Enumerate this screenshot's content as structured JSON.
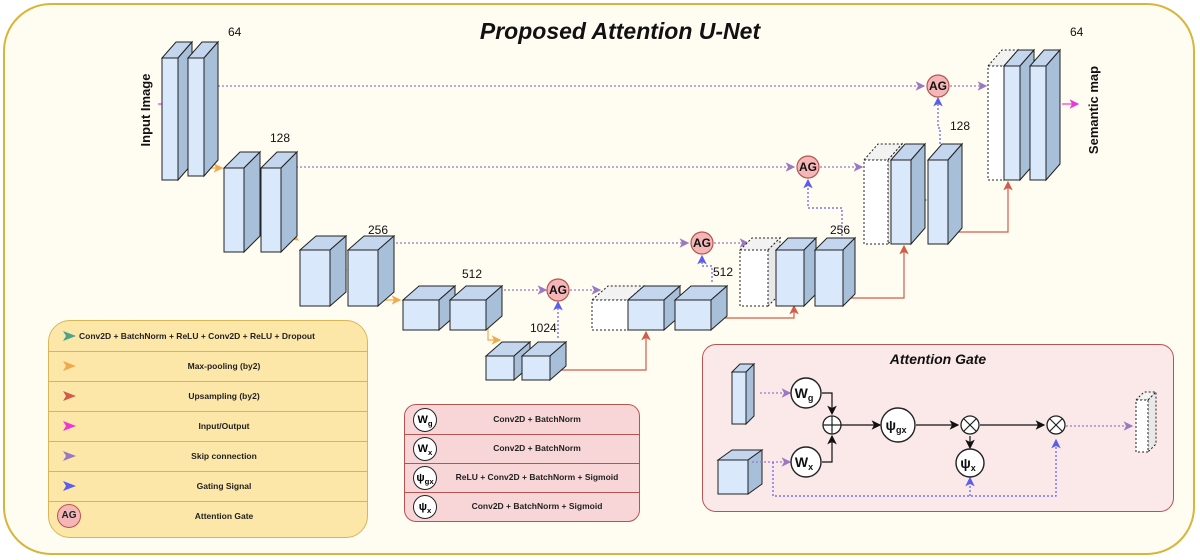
{
  "title": "Proposed Attention U-Net",
  "labels": {
    "input": "Input Image",
    "output": "Semantic map",
    "c64_left": "64",
    "c128_left": "128",
    "c256_left": "256",
    "c512_left": "512",
    "c1024": "1024",
    "c512_right": "512",
    "c256_right": "256",
    "c128_right": "128",
    "c64_right": "64",
    "ag": "AG"
  },
  "legend": {
    "items": [
      {
        "label": "Conv2D + BatchNorm + ReLU + Conv2D + ReLU + Dropout",
        "color": "#4aa38a"
      },
      {
        "label": "Max-pooling (by2)",
        "color": "#f2a94a"
      },
      {
        "label": "Upsampling (by2)",
        "color": "#d35b4a"
      },
      {
        "label": "Input/Output",
        "color": "#ee36d6"
      },
      {
        "label": "Skip connection",
        "color": "#9b78c2"
      },
      {
        "label": "Gating Signal",
        "color": "#5a5ef0"
      },
      {
        "label": "Attention Gate",
        "color": "#f4b6b6"
      }
    ],
    "ag_symbol": "AG"
  },
  "formulas": {
    "rows": [
      {
        "symbol": "W",
        "sub": "g",
        "text": "Conv2D + BatchNorm"
      },
      {
        "symbol": "W",
        "sub": "x",
        "text": "Conv2D + BatchNorm"
      },
      {
        "symbol": "ψ",
        "sub": "gx",
        "text": "ReLU + Conv2D + BatchNorm + Sigmoid"
      },
      {
        "symbol": "ψ",
        "sub": "x",
        "text": "Conv2D + BatchNorm + Sigmoid"
      }
    ]
  },
  "attention_gate": {
    "title": "Attention Gate",
    "wg": "W",
    "wg_sub": "g",
    "wx": "W",
    "wx_sub": "x",
    "psigx": "ψ",
    "psigx_sub": "gx",
    "psix": "ψ",
    "psix_sub": "x"
  },
  "colors": {
    "conv": "#4aa38a",
    "pool": "#f2a94a",
    "up": "#d35b4a",
    "io": "#ee36d6",
    "skip": "#9b78c2",
    "gate": "#5a5ef0",
    "ag_fill": "#f4b6b6",
    "block_fill": "#dae8fc",
    "block_side": "#a8bfd9",
    "block_top": "#c3d6ee"
  }
}
